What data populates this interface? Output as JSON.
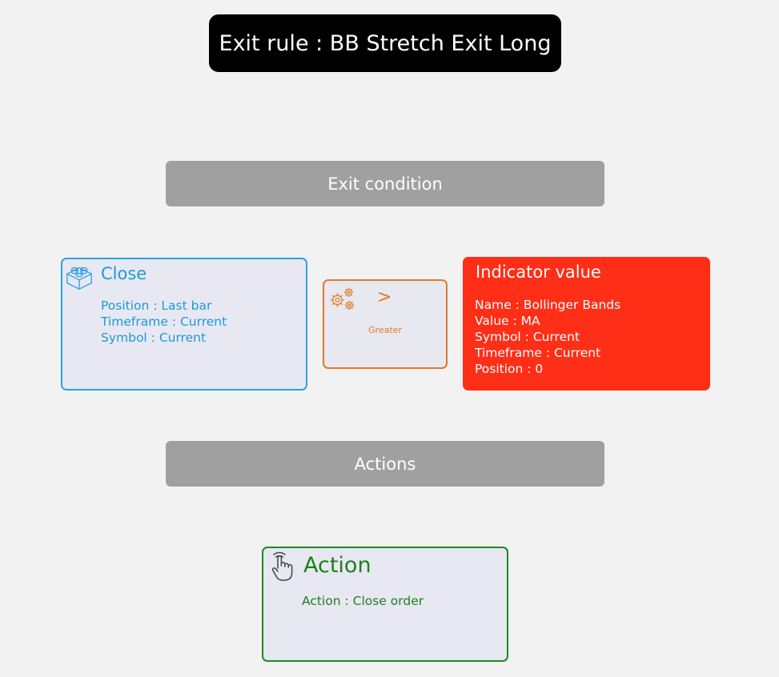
{
  "title": "Exit rule : BB Stretch Exit Long",
  "sections": {
    "condition": "Exit condition",
    "actions": "Actions"
  },
  "close_block": {
    "title": "Close",
    "icon": "lego-block-icon",
    "color": "#1a9ad8",
    "lines": [
      "Position : Last bar",
      "Timeframe : Current",
      "Symbol : Current"
    ]
  },
  "operator_block": {
    "symbol": ">",
    "label": "Greater",
    "icon": "gears-icon",
    "color": "#e07a28"
  },
  "indicator_block": {
    "title": "Indicator value",
    "color": "#ff2e17",
    "lines": [
      "Name : Bollinger Bands",
      "Value : MA",
      "Symbol : Current",
      "Timeframe : Current",
      "Position : 0"
    ]
  },
  "action_block": {
    "title": "Action",
    "icon": "hand-pointer-icon",
    "color": "#1d801d",
    "lines": [
      "Action : Close order"
    ]
  }
}
